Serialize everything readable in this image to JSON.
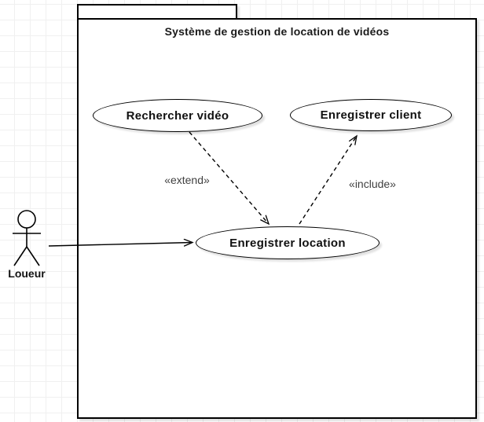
{
  "diagram": {
    "type": "uml-use-case",
    "system": {
      "title": "Système de gestion de location de vidéos"
    },
    "actor": {
      "name": "Loueur"
    },
    "use_cases": [
      {
        "id": "rechercher-video",
        "label": "Rechercher vidéo"
      },
      {
        "id": "enregistrer-client",
        "label": "Enregistrer client"
      },
      {
        "id": "enregistrer-location",
        "label": "Enregistrer location"
      }
    ],
    "relationships": [
      {
        "from": "Rechercher vidéo",
        "to": "Enregistrer location",
        "stereotype": "«extend»",
        "line": "dashed-open-arrow"
      },
      {
        "from": "Enregistrer location",
        "to": "Enregistrer client",
        "stereotype": "«include»",
        "line": "dashed-open-arrow"
      },
      {
        "from": "Loueur",
        "to": "Enregistrer location",
        "stereotype": "",
        "line": "solid-open-arrow"
      }
    ],
    "colors": {
      "stroke": "#000000",
      "shape_fill": "#ffffff",
      "grid_line": "#f0f0f0",
      "stereotype_text": "#404040",
      "shadow": "rgba(0,0,0,0.12)"
    }
  }
}
